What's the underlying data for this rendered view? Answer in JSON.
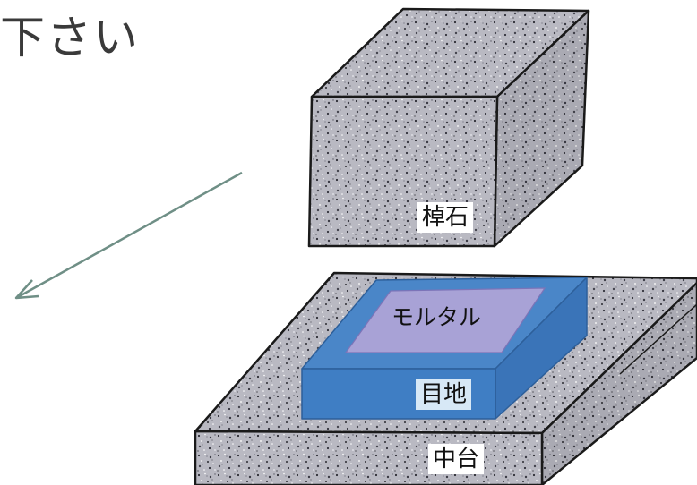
{
  "heading": "下さい",
  "labels": {
    "stone": "棹石",
    "mortar": "モルタル",
    "joint": "目地",
    "base": "中台"
  },
  "colors": {
    "granite_base": "#b9b9c2",
    "outline": "#1a1a1a",
    "joint_blue": "#4a86c8",
    "joint_blue_front": "#3f7ec4",
    "mortar_lavender": "#a8a2d6",
    "arrow": "#6f8f86"
  }
}
